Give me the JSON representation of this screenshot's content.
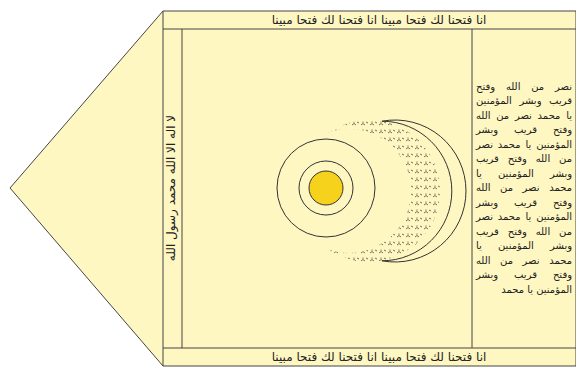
{
  "diagram": {
    "labels": [
      "انا فتحنا لك فتحا مبينا انا فتحنا لك فتحا مبينا",
      "انا فتحنا لك فتحا مبينا انا فتحنا لك فتحا مبينا",
      "لا اله الا الله محمد رسول الله",
      "نصر من الله وفتح قريب وبشر المؤمنين يا محمد نصر من الله وفتح قريب وبشر المؤمنين يا محمد نصر من الله وفتح قريب وبشر المؤمنين يا محمد نصر من الله وفتح قريب وبشر المؤمنين يا محمد نصر من الله وفتح قريب وبشر المؤمنين يا محمد نصر من الله وفتح قريب وبشر المؤمنين يا محمد"
    ]
  }
}
